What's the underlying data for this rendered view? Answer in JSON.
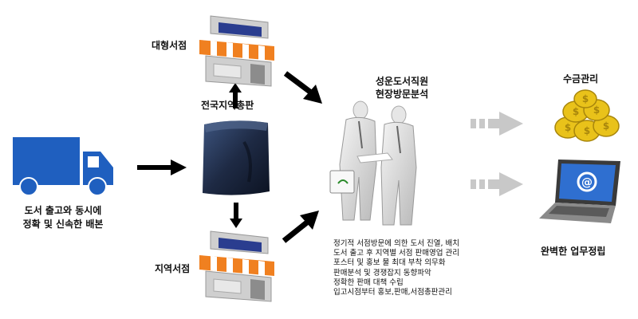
{
  "truck": {
    "caption_line1": "도서 출고와 동시에",
    "caption_line2": "정확 및 신속한 배본"
  },
  "large_store": {
    "label": "대형서점"
  },
  "distributor": {
    "label": "전국지역총판"
  },
  "regional_store": {
    "label": "지역서점"
  },
  "staff": {
    "title_line1": "성운도서직원",
    "title_line2": "현장방문분석"
  },
  "tasks": [
    "정기적 서점방문에 의한 도서 진열, 배치",
    "도서 출고 후 지역별 서점 판매영업 관리",
    "포스터 및 홍보 물 최대 부착 의무화",
    "판매분석 및 경쟁잡지 동향파악",
    "정확한 판매 대책 수립",
    "입고시점부터 홍보,판매,서점총판관리"
  ],
  "collection": {
    "label": "수금관리"
  },
  "business": {
    "label": "완벽한 업무정립"
  },
  "colors": {
    "truck_blue": "#1f5fbf",
    "awning_orange": "#f08020",
    "awning_white": "#ffffff",
    "store_wall": "#cfcfcf",
    "store_sign": "#2a3d8f",
    "box_navy": "#1e2a44",
    "arrow_black": "#000000",
    "arrow_gray": "#c8c8c8",
    "coin_gold": "#e9c21a"
  }
}
